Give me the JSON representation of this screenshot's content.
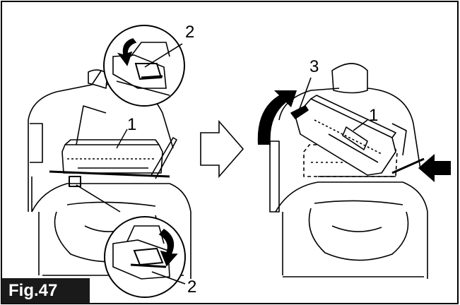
{
  "figure": {
    "label": "Fig.47",
    "callouts": {
      "top_latch": "2",
      "bottom_latch": "2",
      "left_box": "1",
      "right_box": "1",
      "lever": "3"
    }
  },
  "colors": {
    "ink": "#000000",
    "label_bg": "#1a1a1a",
    "label_text": "#ffffff",
    "paper": "#ffffff"
  },
  "icons": [
    "rotate-arrow-icon",
    "push-arrow-icon",
    "transition-arrow-icon",
    "rotate-down-arrow-icon"
  ]
}
